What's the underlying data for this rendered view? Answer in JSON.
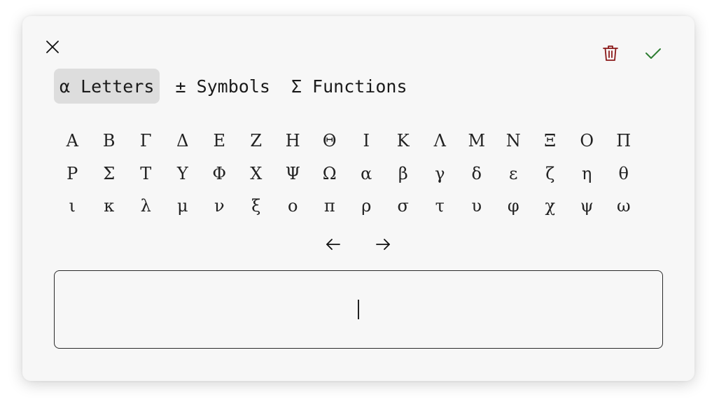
{
  "dialog": {
    "tabs": [
      {
        "label": "α Letters",
        "active": true
      },
      {
        "label": "± Symbols",
        "active": false
      },
      {
        "label": "Σ Functions",
        "active": false
      }
    ],
    "keys": [
      "Α",
      "Β",
      "Γ",
      "Δ",
      "Ε",
      "Ζ",
      "Η",
      "Θ",
      "Ι",
      "Κ",
      "Λ",
      "Μ",
      "Ν",
      "Ξ",
      "Ο",
      "Π",
      "Ρ",
      "Σ",
      "Τ",
      "Υ",
      "Φ",
      "Χ",
      "Ψ",
      "Ω",
      "α",
      "β",
      "γ",
      "δ",
      "ε",
      "ζ",
      "η",
      "θ",
      "ι",
      "κ",
      "λ",
      "μ",
      "ν",
      "ξ",
      "ο",
      "π",
      "ρ",
      "σ",
      "τ",
      "υ",
      "φ",
      "χ",
      "ψ",
      "ω"
    ],
    "input": {
      "value": ""
    },
    "icons": {
      "close": "close-icon",
      "delete": "trash-icon",
      "confirm": "check-icon",
      "prev": "arrow-left-icon",
      "next": "arrow-right-icon"
    },
    "colors": {
      "delete": "#8b1a1a",
      "confirm": "#2e7d32",
      "active_tab_bg": "#dddddd",
      "dialog_bg": "#f7f7f7"
    }
  }
}
